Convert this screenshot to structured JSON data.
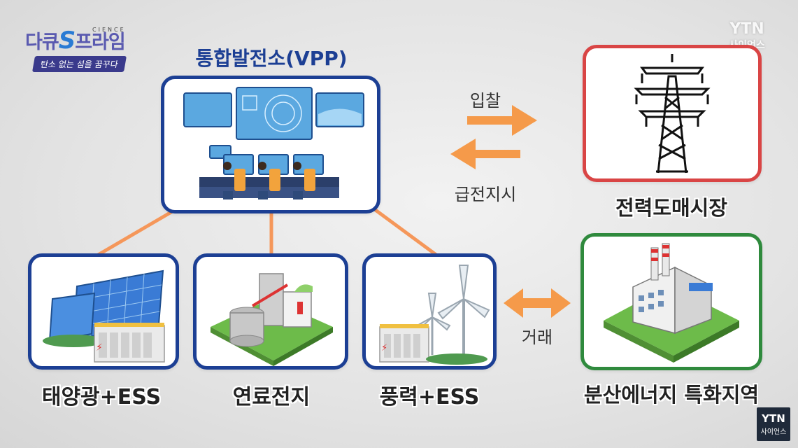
{
  "show_brand": {
    "title_part1": "다큐",
    "title_letter": "S",
    "title_part2": "프라임",
    "science_tag": "CIENCE",
    "subtitle": "탄소 없는 섬을 꿈꾸다"
  },
  "watermark_top": {
    "name": "YTN",
    "sub": "사이언스"
  },
  "watermark_bottom": {
    "name": "YTN",
    "sub": "사이언스"
  },
  "diagram": {
    "vpp_title": "통합발전소(VPP)",
    "solar_label": "태양광+ESS",
    "fuelcell_label": "연료전지",
    "wind_label": "풍력+ESS",
    "market_label": "전력도매시장",
    "region_label": "분산에너지 특화지역",
    "bid_label": "입찰",
    "dispatch_label": "급전지시",
    "trade_label": "거래"
  },
  "colors": {
    "vpp_border": "#1c3f94",
    "market_border": "#d94545",
    "region_border": "#2f8a3d",
    "arrow": "#f59a4a",
    "connector": "#f5975a"
  }
}
